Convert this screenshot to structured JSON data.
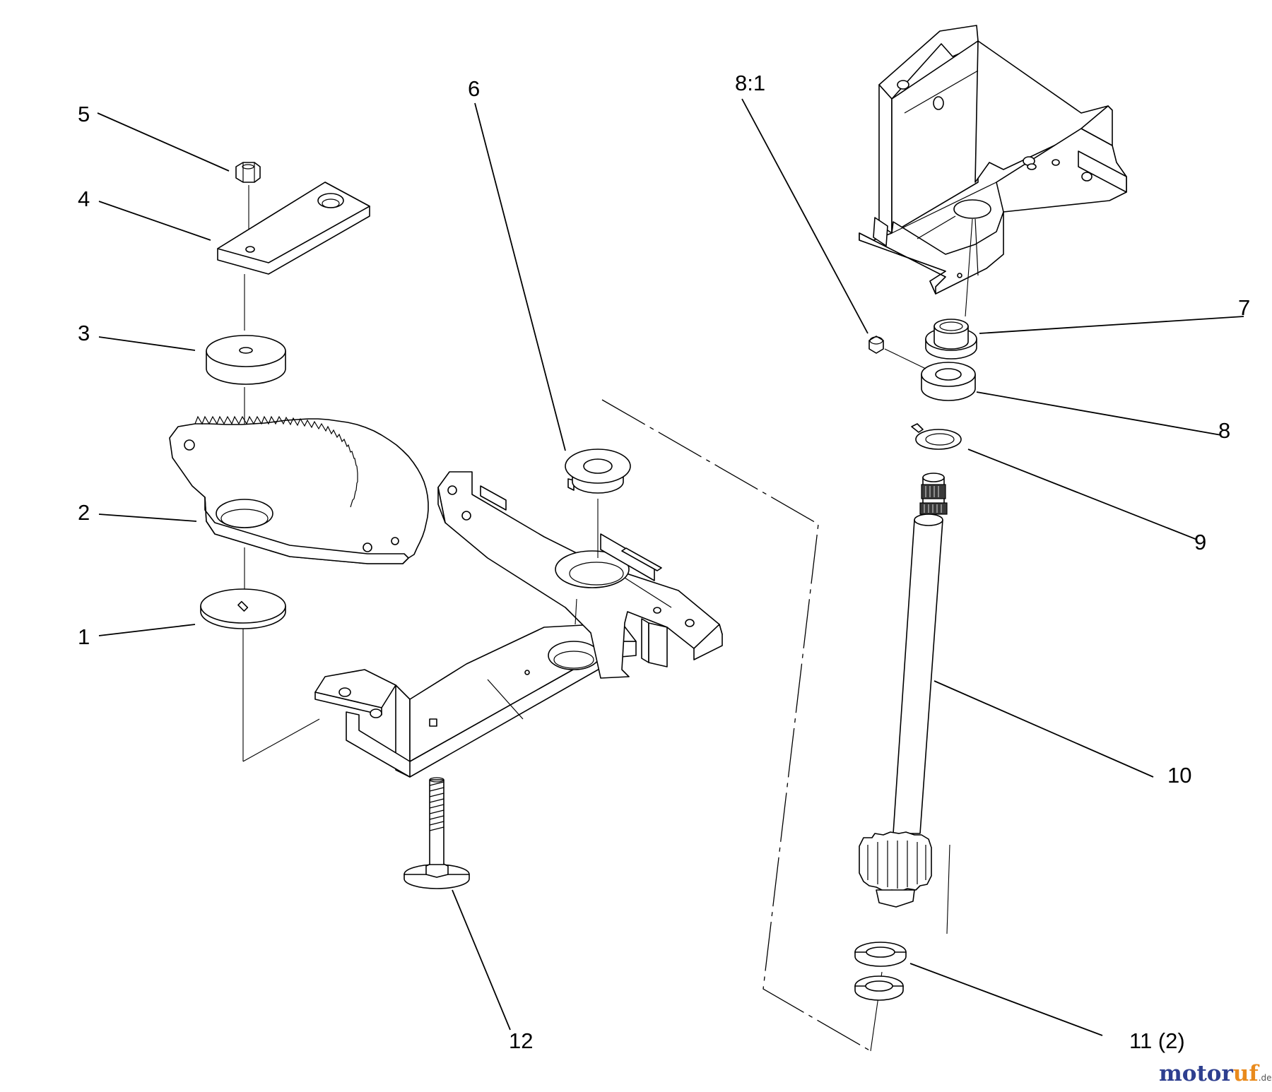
{
  "callouts": [
    {
      "id": "c1",
      "text": "1"
    },
    {
      "id": "c2",
      "text": "2"
    },
    {
      "id": "c3",
      "text": "3"
    },
    {
      "id": "c4",
      "text": "4"
    },
    {
      "id": "c5",
      "text": "5"
    },
    {
      "id": "c6",
      "text": "6"
    },
    {
      "id": "c7",
      "text": "7"
    },
    {
      "id": "c8",
      "text": "8"
    },
    {
      "id": "c81",
      "text": "8:1"
    },
    {
      "id": "c9",
      "text": "9"
    },
    {
      "id": "c10",
      "text": "10"
    },
    {
      "id": "c11",
      "text": "11 (2)"
    },
    {
      "id": "c12",
      "text": "12"
    }
  ],
  "watermark": {
    "part1": "motor",
    "part2": "uf",
    "part3": ".de"
  }
}
